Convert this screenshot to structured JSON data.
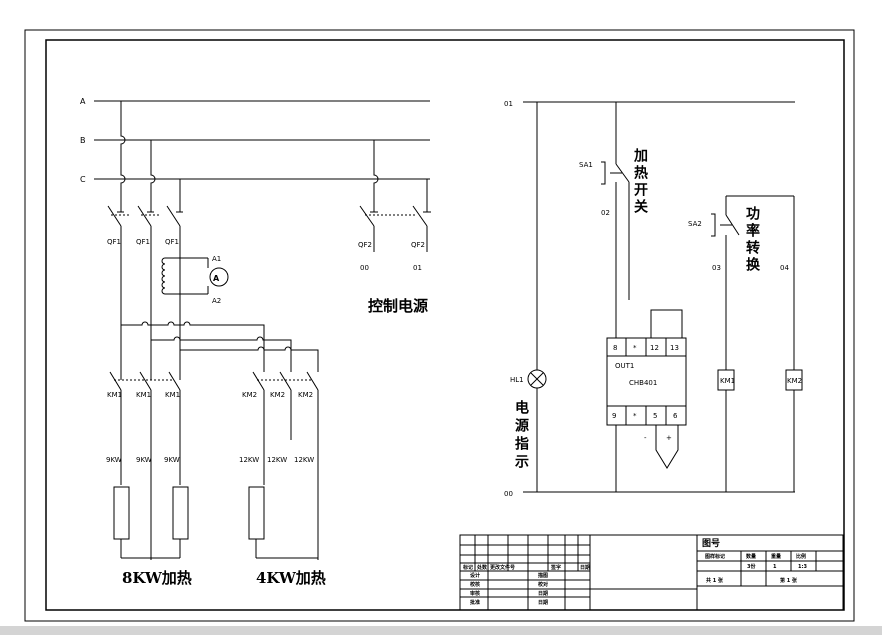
{
  "bus_labels": [
    "A",
    "B",
    "C"
  ],
  "breakers": {
    "qf1": "QF1",
    "qf2": "QF2",
    "out_00": "00",
    "out_01": "01"
  },
  "ammeter": {
    "symbol": "A",
    "a1": "A1",
    "a2": "A2"
  },
  "contactors": {
    "km1": "KM1",
    "km2": "KM2"
  },
  "ratings": {
    "heater_9kw": "9KW",
    "heater_12kw": "12KW"
  },
  "captions": {
    "control_power": "控制电源",
    "heat_8kw": "8KW加热",
    "heat_4kw": "4KW加热"
  },
  "control_circuit": {
    "line_01": "01",
    "line_00": "00",
    "sa1": "SA1",
    "sa2": "SA2",
    "wire_02": "02",
    "wire_03": "03",
    "wire_04": "04",
    "hl1": "HL1",
    "heat_switch": "加热开关",
    "power_switch": "功率转换",
    "power_indicator": "电源指示",
    "km1": "KM1",
    "km2": "KM2"
  },
  "controller": {
    "name": "OUT1",
    "model": "CHB401",
    "top_terminals": [
      "8",
      "*",
      "12",
      "13"
    ],
    "bottom_terminals": [
      "9",
      "*",
      "5",
      "6"
    ],
    "minus": "-",
    "plus": "+"
  },
  "title_block": {
    "drawing_no": "图号",
    "header_cells": [
      "图样标记",
      "数量",
      "重量",
      "比例"
    ],
    "value_cells": [
      "3份",
      "1",
      "1:3"
    ],
    "sheet_total": "共 1 张",
    "sheet_no": "第 1 张",
    "rev_headers": [
      "标记",
      "处数",
      "更改文件号",
      "签字",
      "日期"
    ],
    "roles": [
      "设计",
      "校核",
      "审核",
      "批准"
    ],
    "dates": [
      "描图",
      "校对",
      "日期",
      "日期"
    ]
  }
}
